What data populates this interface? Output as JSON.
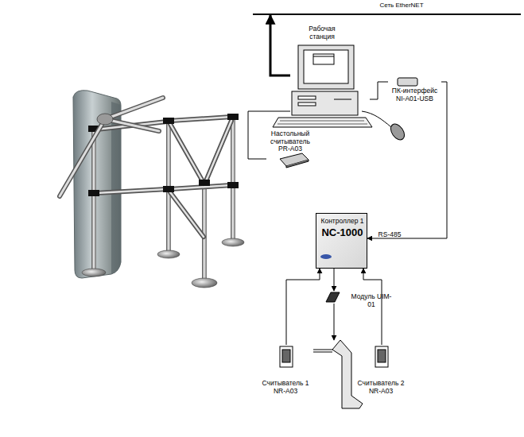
{
  "diagram": {
    "nodes": [
      {
        "text": [
          "Сеть EtherNET"
        ]
      },
      {
        "text": [
          "Рабочая станция"
        ]
      },
      {
        "text": [
          "ПК-интерфейс NI-A01-USB"
        ]
      },
      {
        "text": [
          "Настольный считыватель PR-A03"
        ]
      },
      {
        "text": [
          "Контроллер 1",
          "NC-1000"
        ]
      },
      {
        "text": [
          "Модуль UIM-01"
        ]
      },
      {
        "text": [
          "Считыватель 1 NR-A03"
        ]
      },
      {
        "text": [
          "Считыватель 2 NR-A03"
        ]
      }
    ],
    "edges": [
      {
        "from": 1,
        "to": 0,
        "arrow": "to"
      },
      {
        "from": 2,
        "to": 1,
        "arrow": "none"
      },
      {
        "from": 3,
        "to": 1,
        "arrow": "none"
      },
      {
        "from": 2,
        "to": 4,
        "label": "RS-485",
        "arrow": "to"
      },
      {
        "from": 6,
        "to": 4,
        "arrow": "to"
      },
      {
        "from": 7,
        "to": 4,
        "arrow": "to"
      },
      {
        "from": 4,
        "to": 5,
        "arrow": "to"
      }
    ]
  }
}
